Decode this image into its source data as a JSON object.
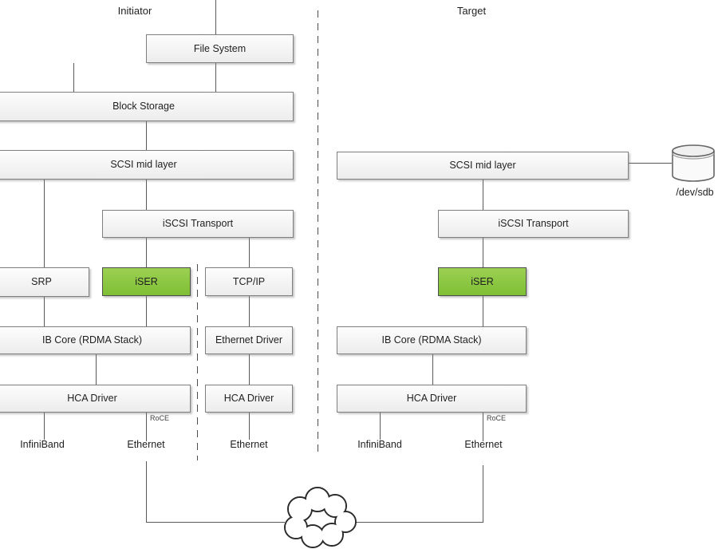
{
  "page": {
    "title_left": "Initiator",
    "title_right": "Target"
  },
  "boxes": {
    "file_system": "File System",
    "block_storage": "Block Storage",
    "scsi_mid_initiator": "SCSI mid layer",
    "iscsi_transport_initiator": "iSCSI Transport",
    "srp": "SRP",
    "iser_initiator": "iSER",
    "tcp_ip": "TCP/IP",
    "ib_core_initiator": "IB Core (RDMA Stack)",
    "ethernet_driver": "Ethernet Driver",
    "hca_driver_initiator": "HCA Driver",
    "hca_driver_middle": "HCA Driver",
    "scsi_mid_target": "SCSI mid layer",
    "iscsi_transport_target": "iSCSI Transport",
    "iser_target": "iSER",
    "ib_core_target": "IB Core (RDMA Stack)",
    "hca_driver_target": "HCA Driver"
  },
  "labels": {
    "roce_initiator": "RoCE",
    "roce_target": "RoCE",
    "infiniband_initiator": "InfiniBand",
    "ethernet_initiator": "Ethernet",
    "ethernet_middle": "Ethernet",
    "infiniband_target": "InfiniBand",
    "ethernet_target": "Ethernet",
    "storage_device": "/dev/sdb"
  },
  "colors": {
    "iser_green": "#8cc63f",
    "box_fill_top": "#fdfdfd",
    "box_fill_bottom": "#ececec",
    "box_border": "#7f7f7f",
    "connector_line": "#595959",
    "dashed_line": "#4d4d4d"
  }
}
